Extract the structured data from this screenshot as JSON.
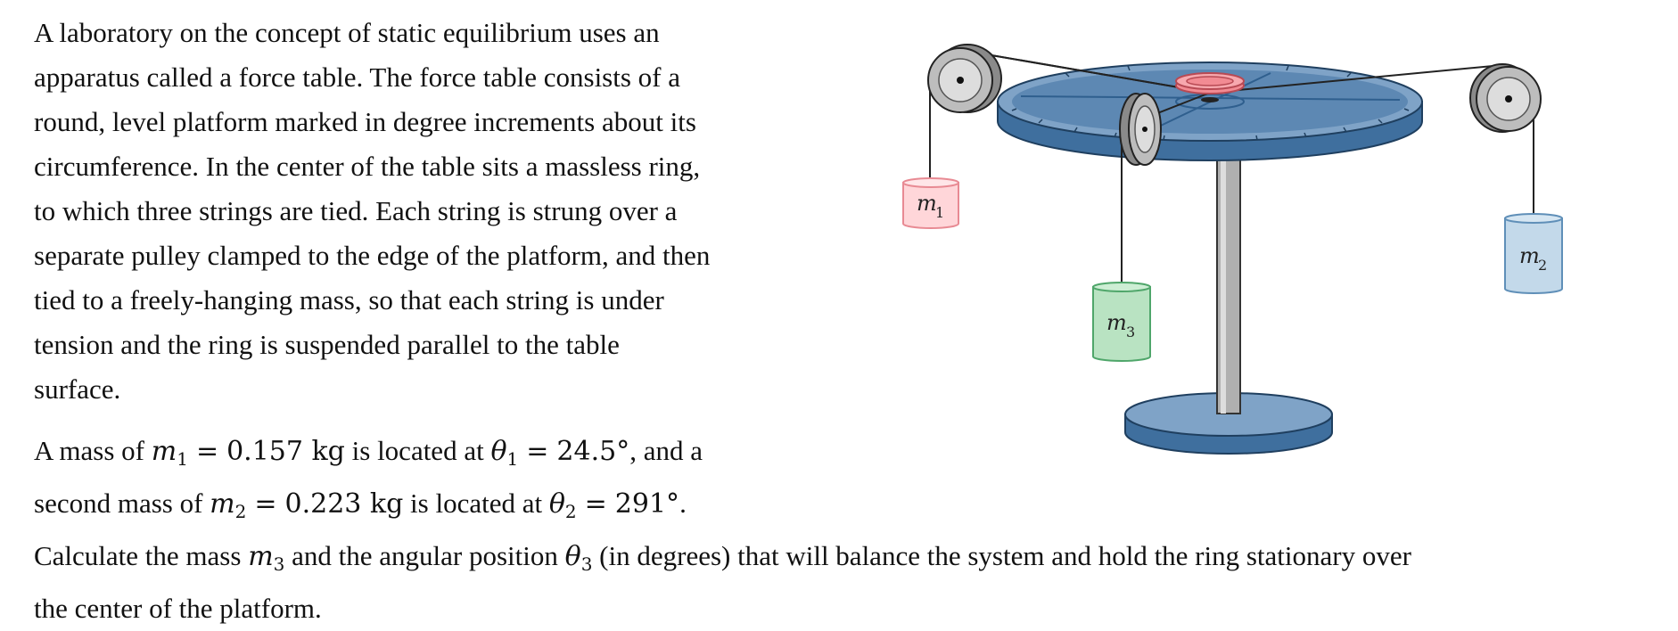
{
  "intro": {
    "lines": [
      "A laboratory on the concept of static equilibrium uses an",
      "apparatus called a force table. The force table consists of a",
      "round, level platform marked in degree increments about its",
      "circumference. In the center of the table sits a massless ring,",
      "to which three strings are tied. Each string is strung over a",
      "separate pulley clamped to the edge of the platform, and then",
      "tied to a freely-hanging mass, so that each string is under",
      "tension and the ring is suspended parallel to the table",
      "surface."
    ]
  },
  "given": {
    "line1_prefix": "A mass of",
    "m1_symbol": "m",
    "m1_sub": "1",
    "eq": "=",
    "m1_value": "0.157 kg",
    "located_at": "is located at",
    "theta_symbol": "θ",
    "theta1_sub": "1",
    "theta1_value": "24.5°",
    "line1_suffix": ", and a",
    "line2_prefix": "second mass of",
    "m2_symbol": "m",
    "m2_sub": "2",
    "m2_value": "0.223 kg",
    "theta2_sub": "2",
    "theta2_value": "291°",
    "period": ".",
    "question_part1": "Calculate the mass",
    "m3_symbol": "m",
    "m3_sub": "3",
    "question_part2": "and the angular position",
    "theta3_sub": "3",
    "question_part3": "(in degrees) that will balance the system and hold the ring stationary over",
    "question_line2": "the center of the platform."
  },
  "figure": {
    "masses": [
      {
        "symbol": "m",
        "sub": "1",
        "fill": "#ffd6d9",
        "stroke": "#e88a93"
      },
      {
        "symbol": "m",
        "sub": "2",
        "fill": "#c3d9ea",
        "stroke": "#5f8fb8"
      },
      {
        "symbol": "m",
        "sub": "3",
        "fill": "#b9e3c2",
        "stroke": "#4fa66a"
      }
    ],
    "colors": {
      "table_dark": "#3f6f9e",
      "table_mid": "#5d88b3",
      "table_light": "#7fa3c7",
      "pulley": "#bdbdbd",
      "ring": "#f28b93",
      "post": "#b0b0b0"
    }
  }
}
